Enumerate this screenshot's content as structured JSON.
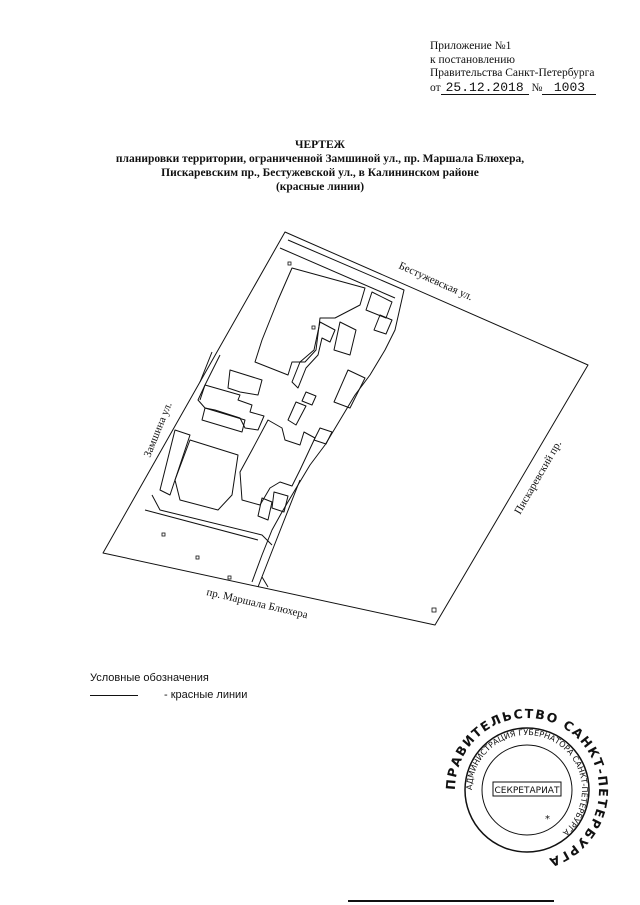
{
  "appendix": {
    "line1": "Приложение №1",
    "line2": "к постановлению",
    "line3": "Правительства Санкт-Петербурга",
    "date_prefix": "от",
    "date": "25.12.2018",
    "number_prefix": "№",
    "number": "1003"
  },
  "title": {
    "heading": "ЧЕРТЕЖ",
    "line1": "планировки территории,  ограниченной Замшиной ул., пр. Маршала Блюхера,",
    "line2": "Пискаревским пр., Бестужевской ул., в Калининском районе",
    "line3": "(красные линии)"
  },
  "map": {
    "streets": {
      "bestuzhevskaya": "Бестужевская ул.",
      "zamshina": "Замшина ул.",
      "piskarevsky": "Пискаревский пр.",
      "blyukhera": "пр. Маршала Блюхера"
    }
  },
  "legend": {
    "title": "Условные обозначения",
    "item": "- красные линии"
  },
  "stamp": {
    "outer_text": "ПРАВИТЕЛЬСТВО САНКТ-ПЕТЕРБУРГА",
    "inner_text": "АДМИНИСТРАЦИЯ ГУБЕРНАТОРА САНКТ-ПЕТЕРБУРГА",
    "center_text": "СЕКРЕТАРИАТ"
  }
}
